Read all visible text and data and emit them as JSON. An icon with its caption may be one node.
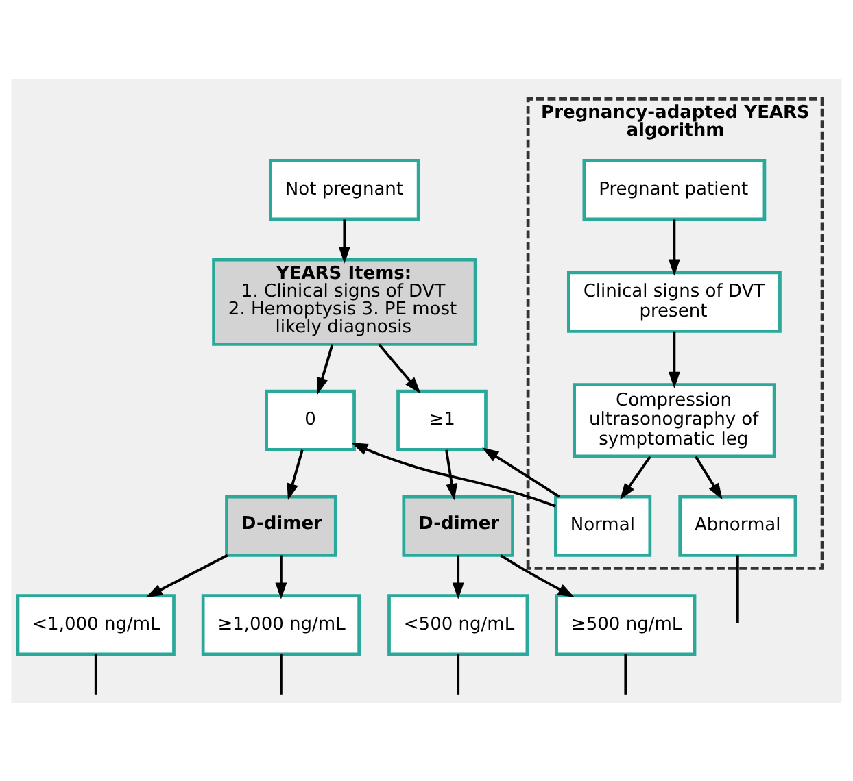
{
  "diagram": {
    "nodes": [
      {
        "text": [
          "Not pregnant"
        ]
      },
      {
        "text": [
          "YEARS Items:",
          "1. Clinical signs of DVT 2. Hemoptysis 3. PE most likely diagnosis"
        ]
      },
      {
        "text": [
          "0"
        ]
      },
      {
        "text": [
          "≥1"
        ]
      },
      {
        "text": [
          "D-dimer"
        ]
      },
      {
        "text": [
          "D-dimer"
        ]
      },
      {
        "text": [
          "<1,000 ng/mL"
        ]
      },
      {
        "text": [
          "≥1,000 ng/mL"
        ]
      },
      {
        "text": [
          "<500 ng/mL"
        ]
      },
      {
        "text": [
          "≥500 ng/mL"
        ]
      },
      {
        "text": [
          "Pregnancy-adapted YEARS algorithm"
        ]
      },
      {
        "text": [
          "Pregnant patient"
        ],
        "in": 10
      },
      {
        "text": [
          "Clinical signs of DVT present"
        ],
        "in": 10
      },
      {
        "text": [
          "Compression ultrasonography of symptomatic leg"
        ],
        "in": 10
      },
      {
        "text": [
          "Normal"
        ],
        "in": 10
      },
      {
        "text": [
          "Abnormal"
        ],
        "in": 10
      }
    ],
    "edges": [
      {
        "from": 0,
        "to": 1,
        "arrow": "to"
      },
      {
        "from": 1,
        "to": 2,
        "arrow": "to"
      },
      {
        "from": 1,
        "to": 3,
        "arrow": "to"
      },
      {
        "from": 2,
        "to": 4,
        "arrow": "to"
      },
      {
        "from": 3,
        "to": 5,
        "arrow": "to"
      },
      {
        "from": 4,
        "to": 6,
        "arrow": "to"
      },
      {
        "from": 4,
        "to": 7,
        "arrow": "to"
      },
      {
        "from": 5,
        "to": 8,
        "arrow": "to"
      },
      {
        "from": 5,
        "to": 9,
        "arrow": "to"
      },
      {
        "from": 11,
        "to": 12,
        "arrow": "to"
      },
      {
        "from": 12,
        "to": 13,
        "arrow": "to"
      },
      {
        "from": 13,
        "to": 14,
        "arrow": "to"
      },
      {
        "from": 13,
        "to": 15,
        "arrow": "to"
      },
      {
        "from": 14,
        "to": 2,
        "arrow": "to"
      },
      {
        "from": 14,
        "to": 3,
        "arrow": "to"
      },
      {
        "from": 6,
        "to": null,
        "arrow": "none"
      },
      {
        "from": 8,
        "to": null,
        "arrow": "none"
      },
      {
        "from": 7,
        "to": null,
        "arrow": "none"
      },
      {
        "from": 9,
        "to": null,
        "arrow": "none"
      },
      {
        "from": 15,
        "to": null,
        "arrow": "none"
      }
    ]
  }
}
